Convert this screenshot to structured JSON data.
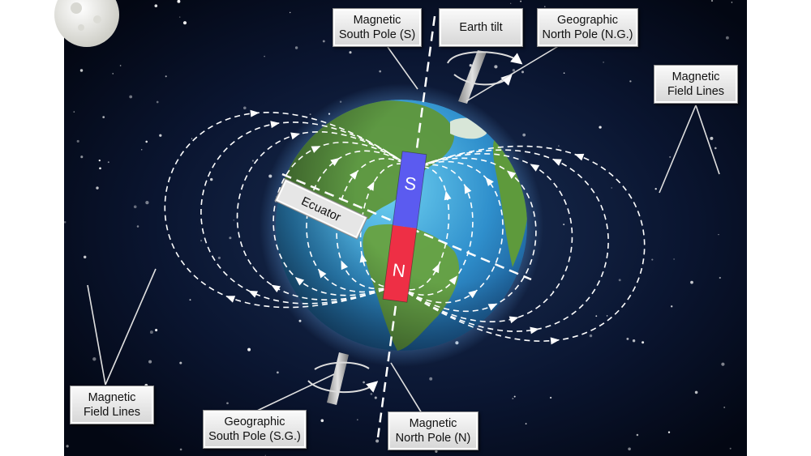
{
  "labels": {
    "magnetic_south_pole": [
      "Magnetic",
      "South Pole (S)"
    ],
    "earth_tilt": [
      "Earth tilt"
    ],
    "geographic_north_pole": [
      "Geographic",
      "North Pole (N.G.)"
    ],
    "field_lines_right": [
      "Magnetic",
      "Field Lines"
    ],
    "field_lines_left": [
      "Magnetic",
      "Field Lines"
    ],
    "geographic_south_pole": [
      "Geographic",
      "South Pole (S.G.)"
    ],
    "magnetic_north_pole": [
      "Magnetic",
      "North Pole (N)"
    ],
    "equator": "Ecuator"
  },
  "magnet": {
    "south_letter": "S",
    "north_letter": "N",
    "south_color": "#5b5bf0",
    "north_color": "#ee2f45"
  },
  "colors": {
    "space": "#04091a",
    "ocean": "#2b8fd0",
    "land": "#5e9a3c",
    "field_line": "#ffffff"
  }
}
